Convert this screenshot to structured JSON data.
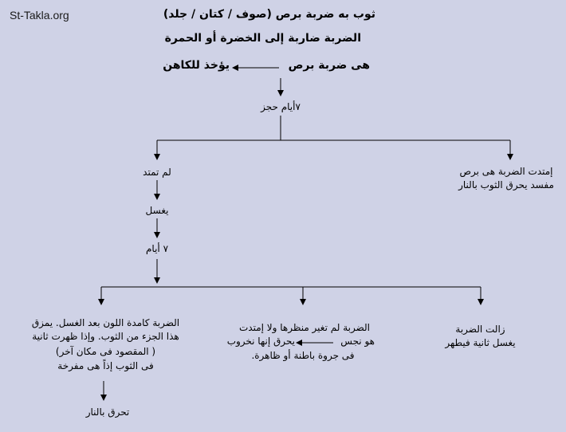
{
  "watermark": "St-Takla.org",
  "header": {
    "title": "ثوب به ضربة برص (صوف / كتان / جلد)",
    "subtitle": "الضربة ضاربة إلى الخضرة أو الحمرة"
  },
  "steps": {
    "suspected": "هى ضربة برص",
    "to_priest": "يؤخذ للكاهن",
    "quarantine": "٧أيام حجز",
    "spread_line1": "إمتدت الضربة هى برص",
    "spread_line2": "مفسد يحرق الثوب بالنار",
    "not_spread": "لم تمتد",
    "washed": "يغسل",
    "seven_days": "٧ أيام"
  },
  "outcomes": {
    "dim_line1": "الضربة كامدة اللون بعد الغسل. يمزق",
    "dim_line2": "هذا الجزء  من الثوب. وإذا ظهرت ثانية",
    "dim_line3": "( المقصود فى مكان آخر)",
    "dim_line4": "فى الثوب إذاً هى مفرخة",
    "burn": "تحرق بالنار",
    "unchanged_line1": "الضربة لم تغير منظرها ولا إمتدت",
    "unchanged_line2": "هو نجس",
    "unchanged_line3": "يحرق إنها نخروب",
    "unchanged_line4": "فى جروة باطنة أو ظاهرة.",
    "gone_line1": "زالت الضربة",
    "gone_line2": "يغسل ثانية فيطهر"
  },
  "colors": {
    "background": "#cfd2e6",
    "lines": "#000000",
    "watermark": "#1a1a1a"
  }
}
